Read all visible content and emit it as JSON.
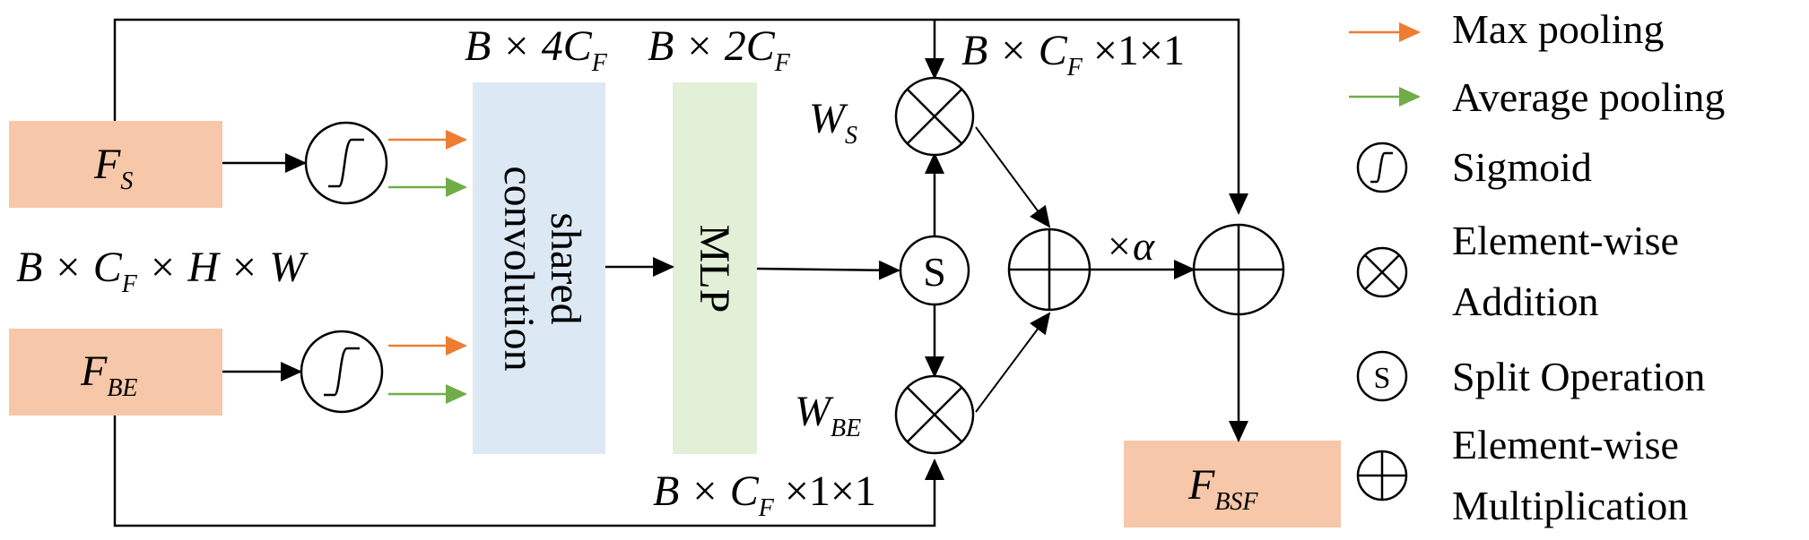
{
  "colors": {
    "feature_box": "#f6c7a9",
    "conv_box": "#dce9f5",
    "mlp_box": "#e1f0d6",
    "max_arrow": "#ed7d31",
    "avg_arrow": "#70ad47",
    "line": "#000000"
  },
  "inputs": {
    "fs": {
      "main": "F",
      "sub": "S"
    },
    "fbe": {
      "main": "F",
      "sub": "BE"
    }
  },
  "output": {
    "main": "F",
    "sub": "BSF"
  },
  "dims": {
    "input_dim": {
      "p1": "B × C",
      "sub": "F",
      "p2": " × H × W"
    },
    "conv_dim": {
      "p1": "B × 4C",
      "sub": "F"
    },
    "mlp_dim": {
      "p1": "B × 2C",
      "sub": "F"
    },
    "top_weight_dim": {
      "p1": "B × C",
      "sub": "F",
      "p2": " ×1×1"
    },
    "bottom_weight_dim": {
      "p1": "B × C",
      "sub": "F",
      "p2": " ×1×1"
    }
  },
  "blocks": {
    "conv_line1": "shared",
    "conv_line2": "convolution",
    "mlp": "MLP",
    "split_symbol": "S"
  },
  "weights": {
    "ws": {
      "main": "W",
      "sub": "S"
    },
    "wbe": {
      "main": "W",
      "sub": "BE"
    }
  },
  "alpha_label": "×α",
  "legend": {
    "max_pooling": "Max pooling",
    "avg_pooling": "Average pooling",
    "sigmoid": "Sigmoid",
    "elem_add_1": "Element-wise",
    "elem_add_2": "Addition",
    "split_symbol": "S",
    "split": "Split Operation",
    "elem_mul_1": "Element-wise",
    "elem_mul_2": "Multiplication"
  }
}
